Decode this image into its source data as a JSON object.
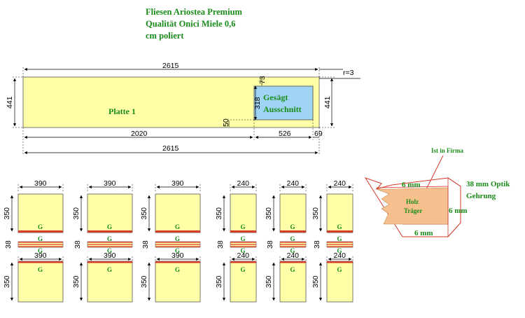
{
  "header": {
    "line1": "Fliesen Ariostea Premium",
    "line2": "Qualität Onici Miele 0,6",
    "line3": "cm poliert"
  },
  "main_plate": {
    "label": "Platte 1",
    "cutout_label_1": "Gesägt",
    "cutout_label_2": "Ausschnitt",
    "dim_top": "2615",
    "dim_left": "441",
    "dim_right": "441",
    "dim_bottom_left": "2020",
    "dim_bottom_mid": "526",
    "dim_bottom_right": "69",
    "dim_total_bottom": "2615",
    "cutout_width": "526",
    "cutout_height": "318",
    "cutout_top_offset": "73",
    "cutout_bottom_offset": "50",
    "radius": "r=3"
  },
  "pieces": {
    "widths": [
      "390",
      "390",
      "390",
      "240",
      "240",
      "240"
    ],
    "height": "350",
    "strip_height": "38",
    "g_label": "G"
  },
  "detail": {
    "note": "Ist in Firma",
    "wood_label_1": "Holz",
    "wood_label_2": "Träger",
    "dim_top": "6 mm",
    "dim_right": "6 mm",
    "dim_bottom": "6 mm",
    "optik_1": "38 mm Optik",
    "optik_2": "Gehrung"
  },
  "colors": {
    "tile": "#ffffa8",
    "cutout": "#9fd4f5",
    "edge": "#d33a2a",
    "wood": "#f5c08e",
    "text_green": "#1a8c1a"
  }
}
